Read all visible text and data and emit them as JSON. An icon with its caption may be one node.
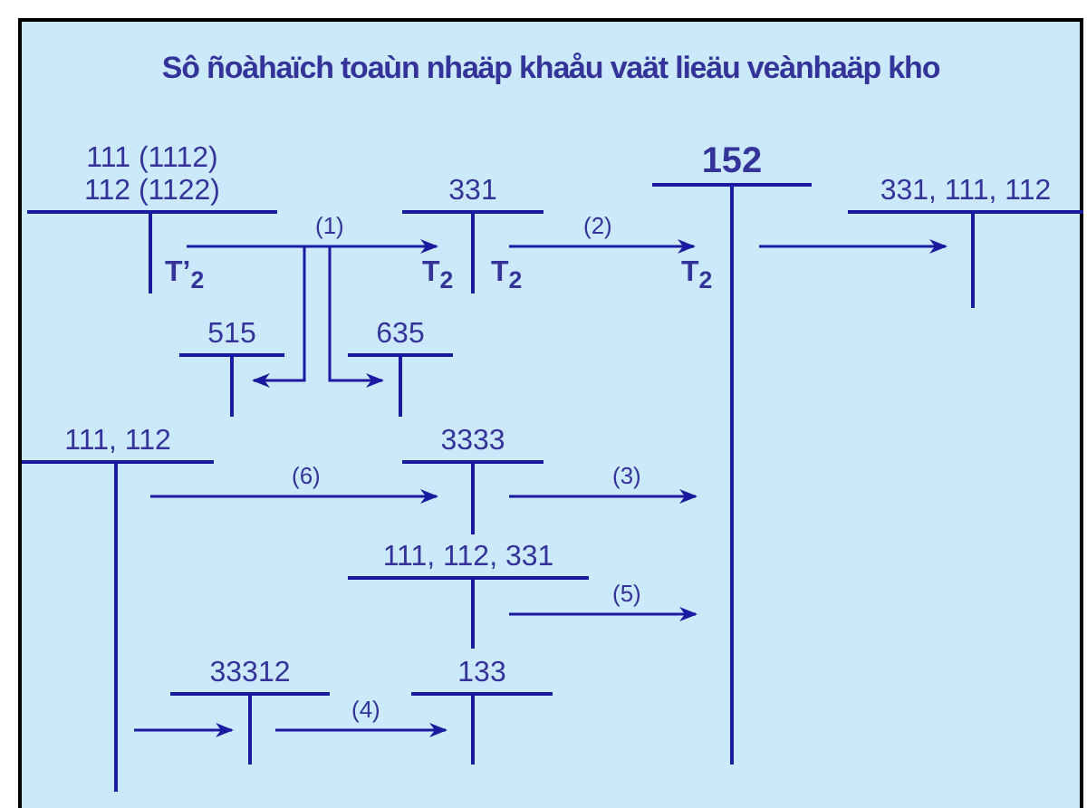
{
  "diagram": {
    "title": "Sô ñoàhaïch toaùn nhaäp khaåu vaät lieäu veànhaäp kho",
    "nodes": [
      {
        "text": [
          "111 (1112)",
          "112 (1122)"
        ]
      },
      {
        "text": [
          "331"
        ]
      },
      {
        "text": [
          "152"
        ]
      },
      {
        "text": [
          "331, 111, 112"
        ]
      },
      {
        "text": [
          "515"
        ]
      },
      {
        "text": [
          "635"
        ]
      },
      {
        "text": [
          "111, 112"
        ]
      },
      {
        "text": [
          "3333"
        ]
      },
      {
        "text": [
          "111, 112, 331"
        ]
      },
      {
        "text": [
          "33312"
        ]
      },
      {
        "text": [
          "133"
        ]
      }
    ],
    "edges": [
      {
        "from": 0,
        "to": 1,
        "arrow": "to",
        "label": "(1)"
      },
      {
        "from": 0,
        "to": 4,
        "arrow": "to"
      },
      {
        "from": 0,
        "to": 5,
        "arrow": "to"
      },
      {
        "from": 1,
        "to": 2,
        "arrow": "to",
        "label": "(2)"
      },
      {
        "from": 2,
        "to": 3,
        "arrow": "to"
      },
      {
        "from": 6,
        "to": 7,
        "arrow": "to",
        "label": "(6)"
      },
      {
        "from": 7,
        "to": 2,
        "arrow": "to",
        "label": "(3)"
      },
      {
        "from": 8,
        "to": 2,
        "arrow": "to",
        "label": "(5)"
      },
      {
        "from": 6,
        "to": 9,
        "arrow": "to"
      },
      {
        "from": 9,
        "to": 10,
        "arrow": "to",
        "label": "(4)"
      }
    ],
    "labels": [
      "T’$_{2}$",
      "T$_{2}$",
      "T$_{2}$",
      "T$_{2}$"
    ]
  }
}
